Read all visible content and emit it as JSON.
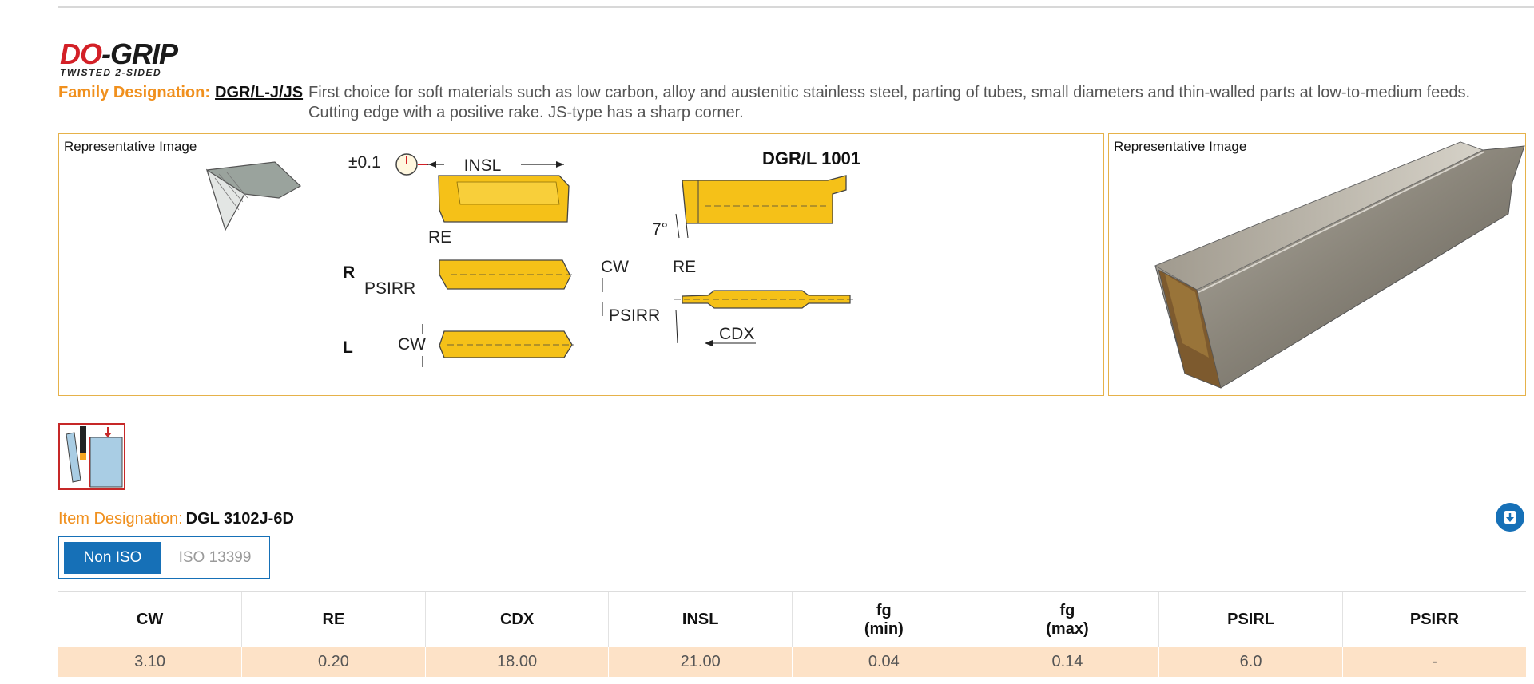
{
  "brand": {
    "logo_do": "DO",
    "logo_grip": "-GRIP",
    "tagline": "TWISTED 2-SIDED"
  },
  "family": {
    "label": "Family Designation:",
    "code": "DGR/L-J/JS",
    "description": "First choice for soft materials such as low carbon, alloy and austenitic stainless steel, parting of tubes, small diameters and thin-walled parts at low-to-medium feeds. Cutting edge with a positive rake. JS-type has a sharp corner."
  },
  "panels": {
    "left_label": "Representative Image",
    "right_label": "Representative Image"
  },
  "drawing": {
    "tolerance": "±0.1",
    "insl": "INSL",
    "title": "DGR/L 1001",
    "angle": "7°",
    "re": "RE",
    "r": "R",
    "l": "L",
    "psirr": "PSIRR",
    "cw": "CW",
    "cdx": "CDX"
  },
  "item": {
    "label": "Item Designation:",
    "value": "DGL 3102J-6D"
  },
  "standard_toggle": {
    "active": "Non ISO",
    "inactive": "ISO 13399"
  },
  "table": {
    "headers": [
      {
        "l1": "CW",
        "l2": ""
      },
      {
        "l1": "RE",
        "l2": ""
      },
      {
        "l1": "CDX",
        "l2": ""
      },
      {
        "l1": "INSL",
        "l2": ""
      },
      {
        "l1": "fg",
        "l2": "(min)"
      },
      {
        "l1": "fg",
        "l2": "(max)"
      },
      {
        "l1": "PSIRL",
        "l2": ""
      },
      {
        "l1": "PSIRR",
        "l2": ""
      }
    ],
    "rows": [
      [
        "3.10",
        "0.20",
        "18.00",
        "21.00",
        "0.04",
        "0.14",
        "6.0",
        "-"
      ]
    ]
  },
  "colors": {
    "accent_orange": "#f0901e",
    "brand_red": "#d32027",
    "primary_blue": "#1670b7",
    "insert_yellow": "#f5c118",
    "row_highlight": "#fde2c7",
    "panel_border": "#e6b24a"
  },
  "icons": {
    "download": "download-circle-icon",
    "application": "parting-application-icon",
    "dial": "dial-gauge-icon"
  }
}
